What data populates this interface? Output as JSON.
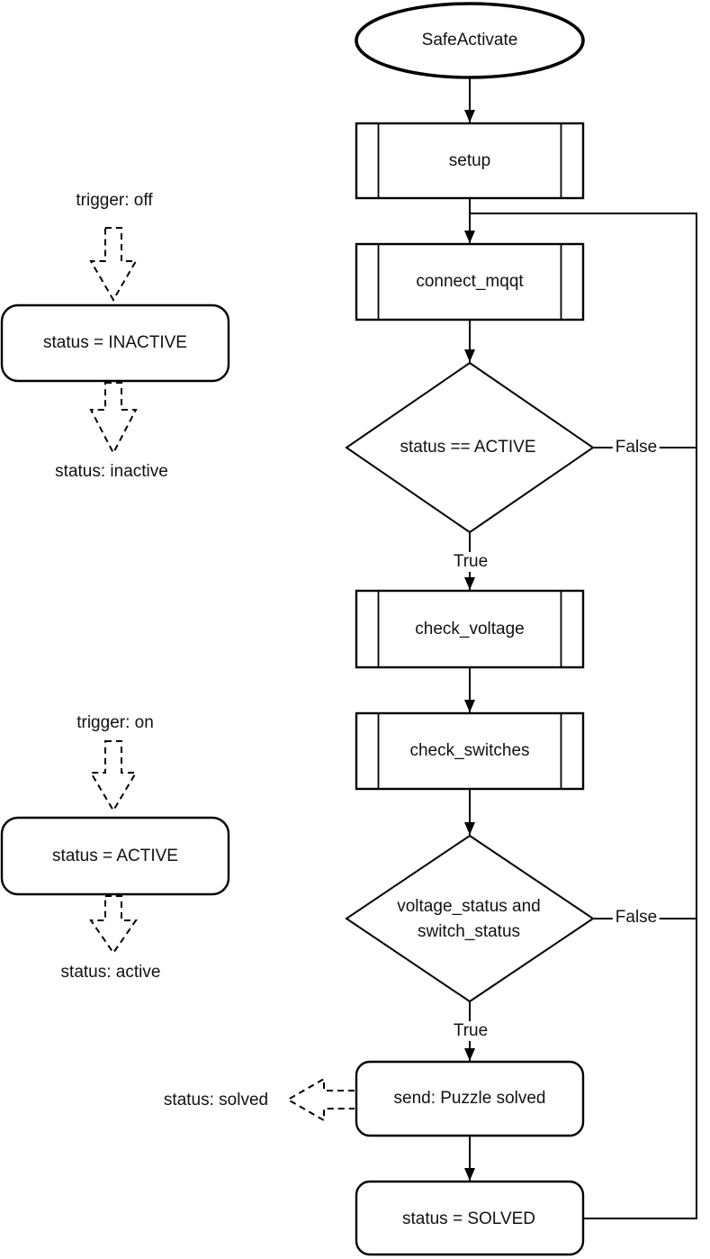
{
  "flowchart": {
    "start": "SafeActivate",
    "setup": "setup",
    "connect": "connect_mqqt",
    "decision1": "status == ACTIVE",
    "check_voltage": "check_voltage",
    "check_switches": "check_switches",
    "decision2_line1": "voltage_status and",
    "decision2_line2": "switch_status",
    "send": "send: Puzzle solved",
    "solved": "status = SOLVED",
    "branch": {
      "true1": "True",
      "false1": "False",
      "true2": "True",
      "false2": "False"
    }
  },
  "annotations": {
    "trigger_off": "trigger: off",
    "status_inactive_box": "status = INACTIVE",
    "status_inactive": "status: inactive",
    "trigger_on": "trigger: on",
    "status_active_box": "status = ACTIVE",
    "status_active": "status: active",
    "status_solved": "status: solved"
  },
  "colors": {
    "stroke": "#000000",
    "background": "#ffffff",
    "text": "#111111"
  }
}
